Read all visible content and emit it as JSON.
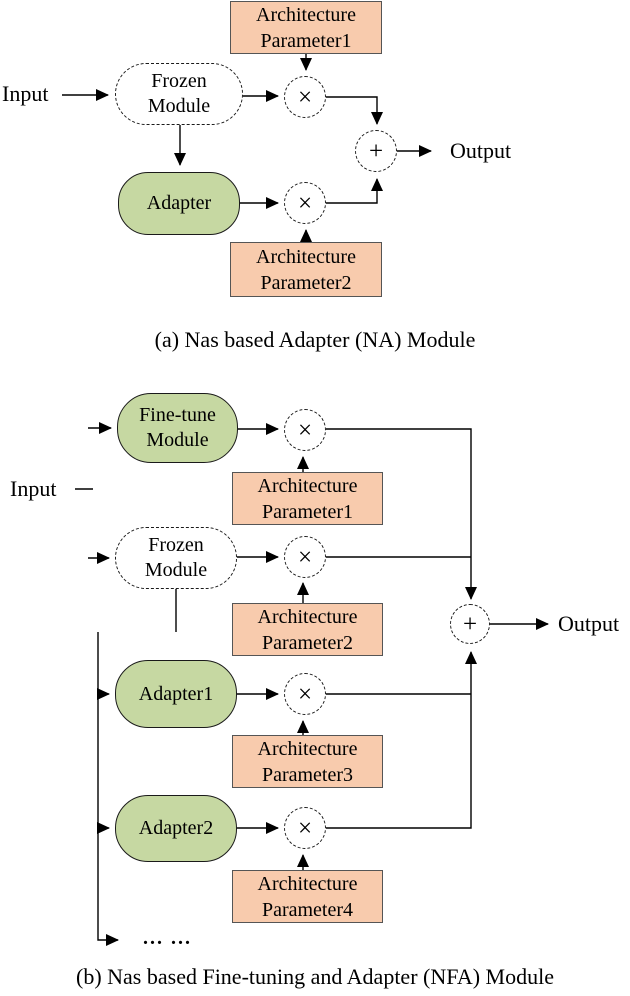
{
  "figure": {
    "symbols": {
      "multiply": "×",
      "plus": "+"
    },
    "colors": {
      "module_green": "#c6d8a2",
      "param_orange": "#f8cbad",
      "frozen_white": "#ffffff",
      "line_black": "#000000"
    },
    "panel_a": {
      "caption": "(a) Nas based Adapter (NA) Module",
      "input_label": "Input",
      "output_label": "Output",
      "frozen_module": {
        "line1": "Frozen",
        "line2": "Module"
      },
      "adapter": {
        "label": "Adapter"
      },
      "arch_param1": {
        "line1": "Architecture",
        "line2": "Parameter1"
      },
      "arch_param2": {
        "line1": "Architecture",
        "line2": "Parameter2"
      }
    },
    "panel_b": {
      "caption": "(b) Nas based Fine-tuning and Adapter (NFA) Module",
      "input_label": "Input",
      "output_label": "Output",
      "fine_tune_module": {
        "line1": "Fine-tune",
        "line2": "Module"
      },
      "frozen_module": {
        "line1": "Frozen",
        "line2": "Module"
      },
      "adapter1": {
        "label": "Adapter1"
      },
      "adapter2": {
        "label": "Adapter2"
      },
      "arch_param1": {
        "line1": "Architecture",
        "line2": "Parameter1"
      },
      "arch_param2": {
        "line1": "Architecture",
        "line2": "Parameter2"
      },
      "arch_param3": {
        "line1": "Architecture",
        "line2": "Parameter3"
      },
      "arch_param4": {
        "line1": "Architecture",
        "line2": "Parameter4"
      },
      "ellipsis": "... ..."
    }
  }
}
